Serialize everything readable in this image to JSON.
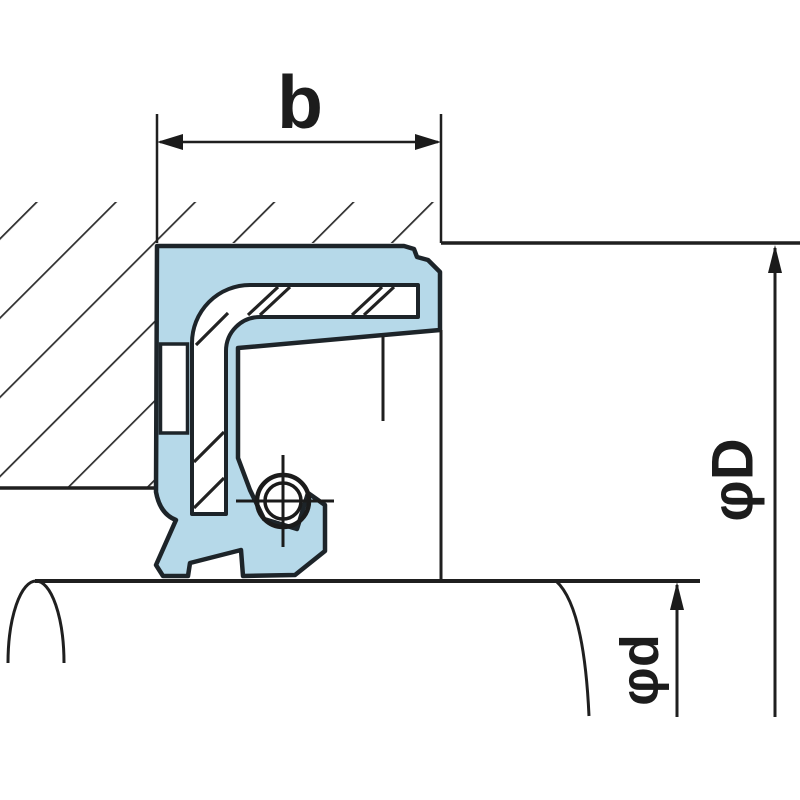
{
  "drawing": {
    "type": "oil-seal-cross-section",
    "dimensions": {
      "width_label": "b",
      "outer_diameter_label": "φD",
      "shaft_diameter_label": "φd"
    },
    "colors": {
      "seal_fill": "#b6d9e9",
      "outline": "#1f1f1f",
      "hatch": "#2e2e2e",
      "background": "#ffffff"
    },
    "symbols": {
      "spring": "garter-spring-circle",
      "housing_section": "cross-hatch",
      "shaft_break": "break-arc"
    }
  }
}
